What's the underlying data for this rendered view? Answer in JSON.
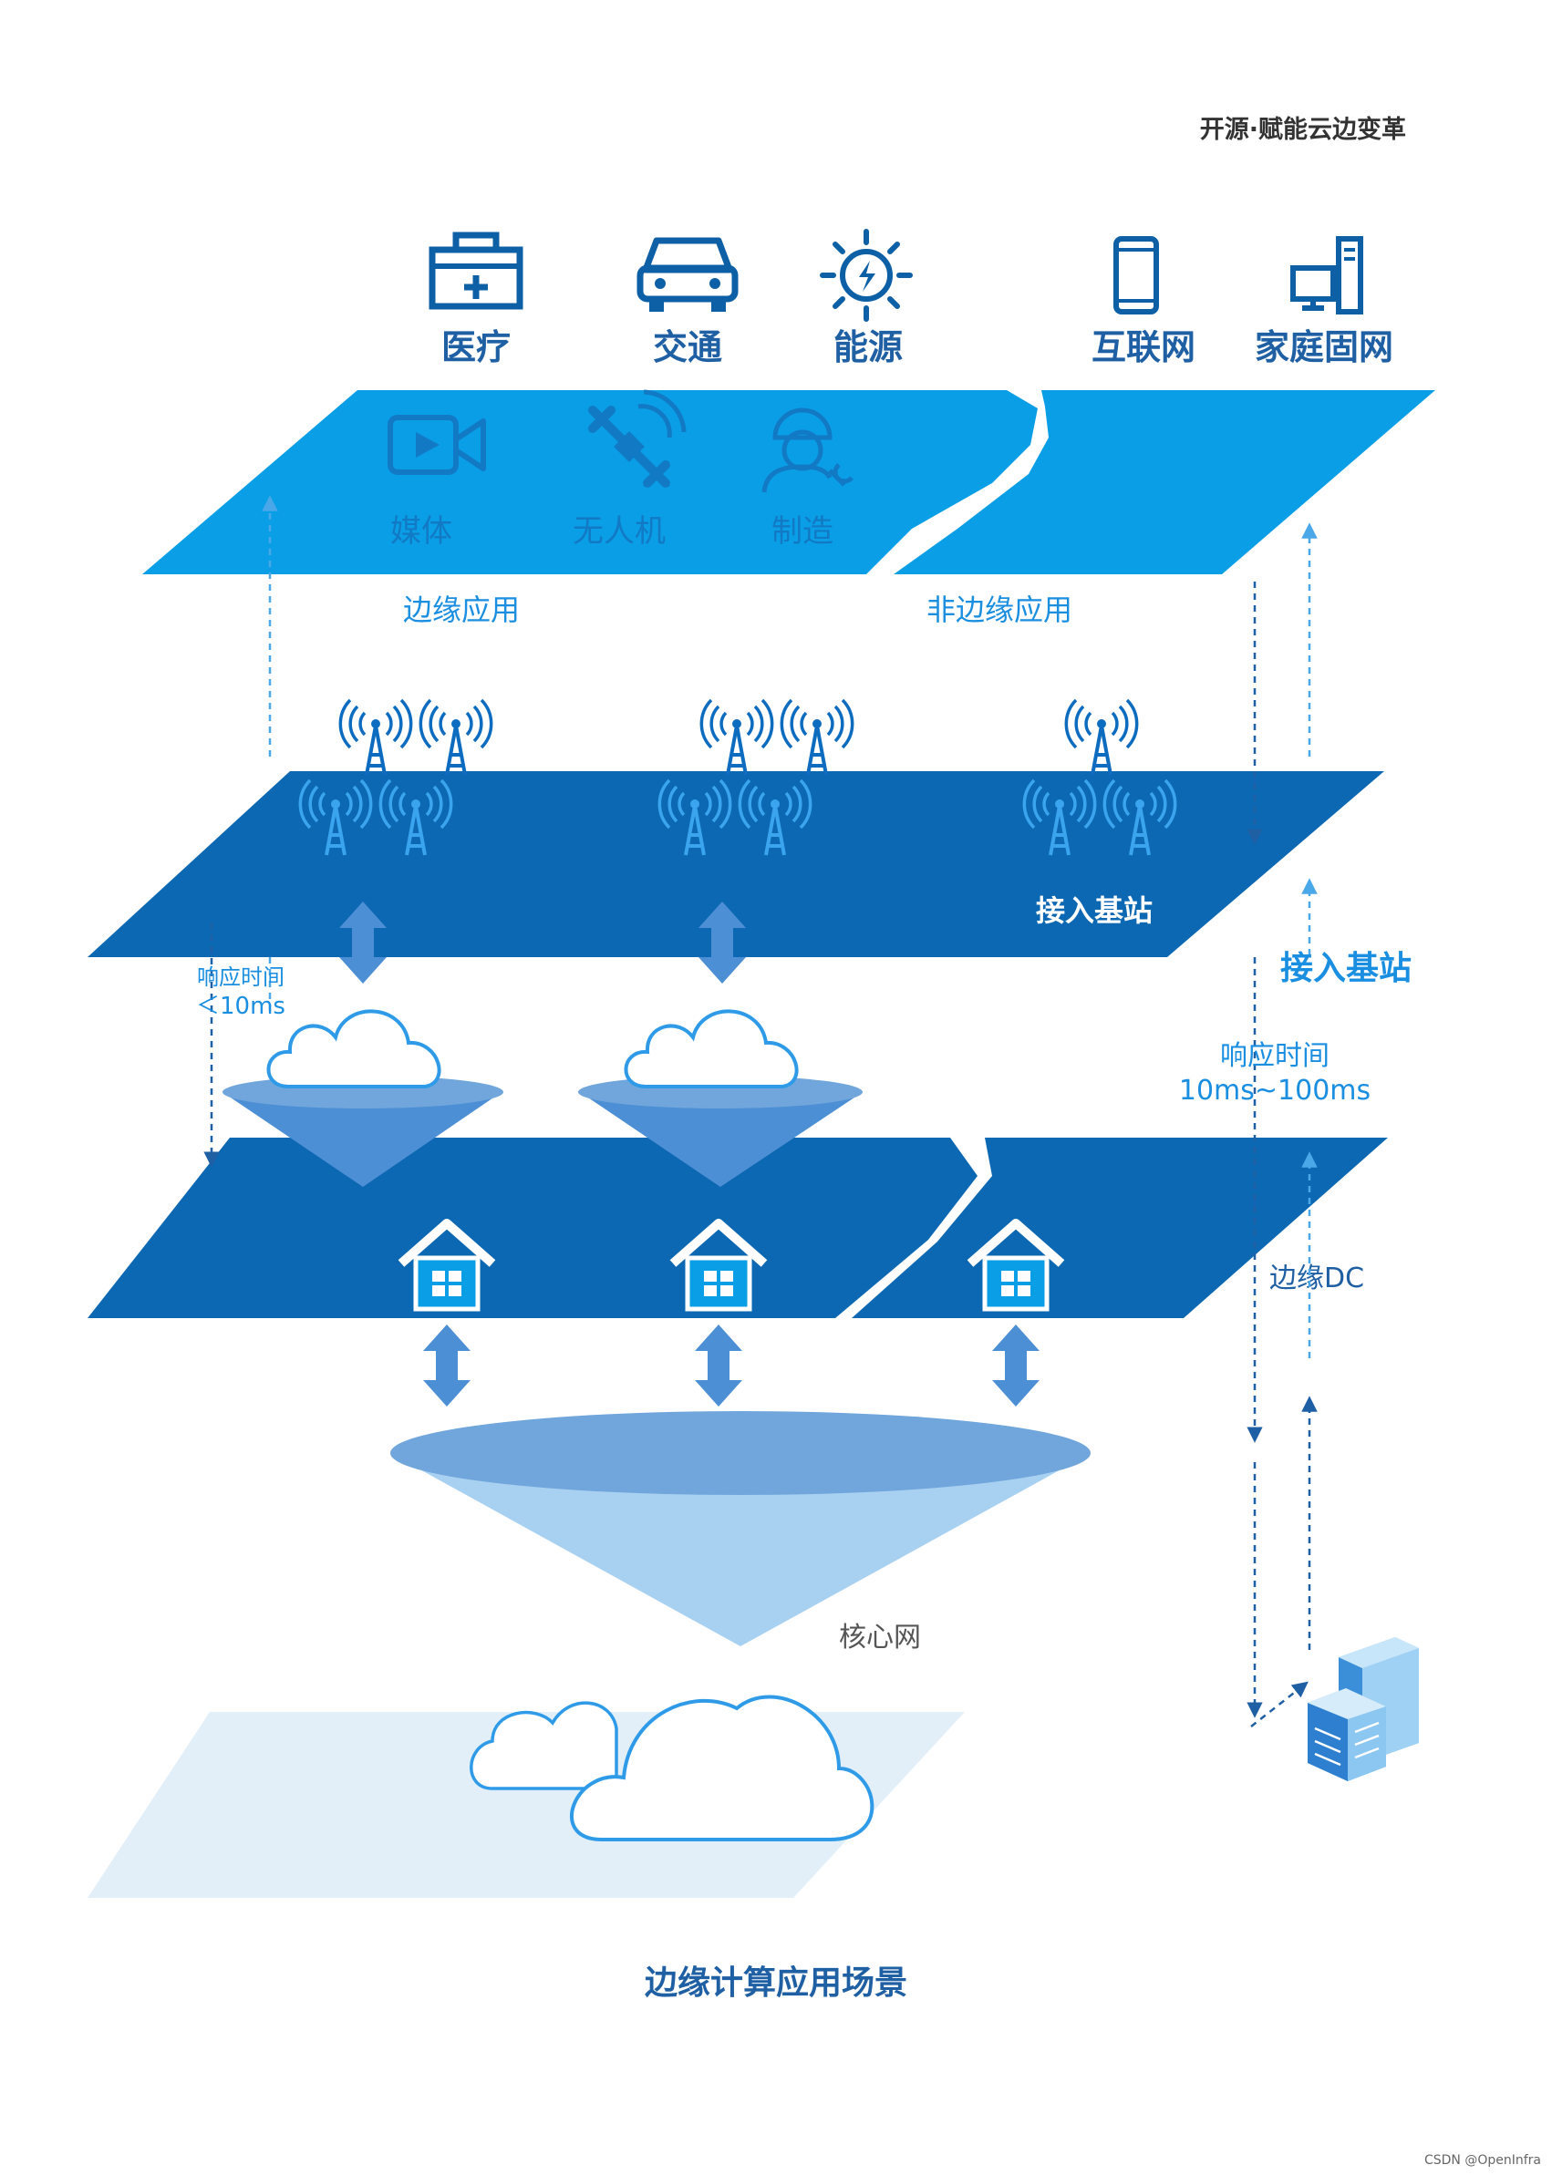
{
  "header": {
    "text": "开源·赋能云边变革"
  },
  "colors": {
    "app_layer": "#0a9ee6",
    "access_layer": "#0d68b3",
    "edge_dc_layer": "#0d68b3",
    "cloud_layer": "#e2eff9",
    "icon_dark": "#0d5fa6",
    "icon_faded": "#1279c4",
    "text_blue": "#1a8ee0",
    "text_dark_blue": "#1f5fa3",
    "arrow_block": "#4d8fd4",
    "cone_top": "#70a6dc",
    "cone_bottom": "#a8d0f0"
  },
  "top_industries": [
    {
      "label": "医疗",
      "icon": "medical-kit-icon"
    },
    {
      "label": "交通",
      "icon": "car-icon"
    },
    {
      "label": "能源",
      "icon": "energy-sun-icon"
    },
    {
      "label": "互联网",
      "icon": "smartphone-icon"
    },
    {
      "label": "家庭固网",
      "icon": "desktop-computer-icon"
    }
  ],
  "app_layer_items": [
    {
      "label": "媒体",
      "icon": "video-camera-icon"
    },
    {
      "label": "无人机",
      "icon": "satellite-icon"
    },
    {
      "label": "制造",
      "icon": "engineer-wrench-icon"
    }
  ],
  "labels": {
    "edge_app": "边缘应用",
    "non_edge_app": "非边缘应用",
    "access_station_inner": "接入基站",
    "access_station_side": "接入基站",
    "resp_fast_line1": "响应时间",
    "resp_fast_line2": "＜10ms",
    "resp_slow_line1": "响应时间",
    "resp_slow_line2": "10ms~100ms",
    "edge_dc": "边缘DC",
    "core_net": "核心网"
  },
  "caption": "边缘计算应用场景",
  "watermark": "CSDN @OpenInfra"
}
